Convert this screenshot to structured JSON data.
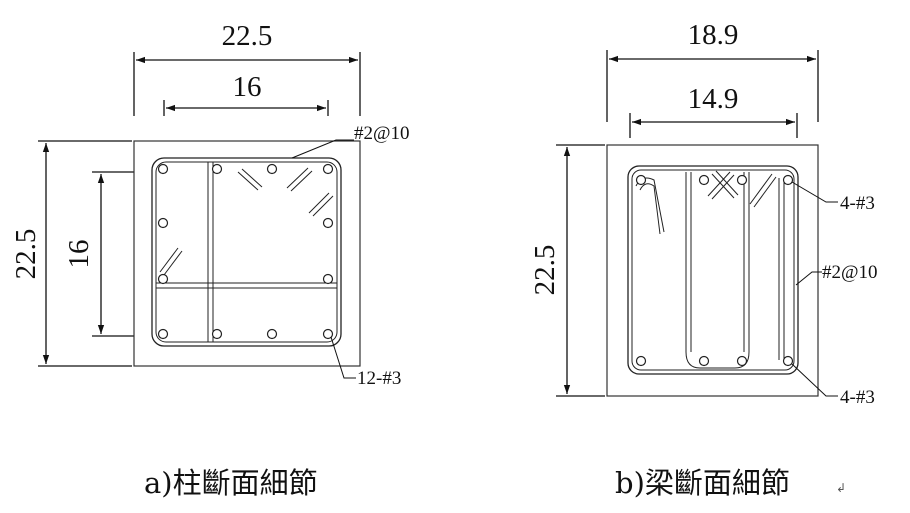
{
  "column_section": {
    "dim_outer_width": "22.5",
    "dim_inner_width": "16",
    "dim_outer_height": "22.5",
    "dim_inner_height": "16",
    "stirrup_label": "#2@10",
    "bar_label": "12-#3",
    "caption": "a)柱斷面細節"
  },
  "beam_section": {
    "dim_outer_width": "18.9",
    "dim_inner_width": "14.9",
    "dim_outer_height": "22.5",
    "top_bar_label": "4-#3",
    "stirrup_label": "#2@10",
    "bottom_bar_label": "4-#3",
    "caption": "b)梁斷面細節",
    "caption_mark": "↲"
  },
  "colors": {
    "line": "#111111",
    "background": "#ffffff"
  }
}
